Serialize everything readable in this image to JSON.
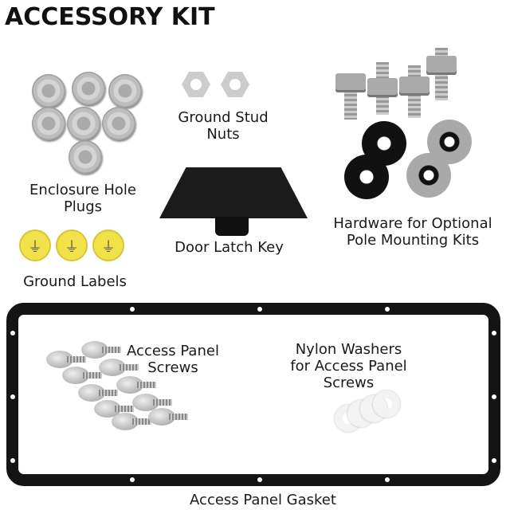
{
  "title": "ACCESSORY KIT",
  "labels": {
    "plugs": [
      "Enclosure Hole",
      "Plugs"
    ],
    "nuts": [
      "Ground Stud",
      "Nuts"
    ],
    "ground_labels": "Ground Labels",
    "latch": "Door Latch Key",
    "hardware": [
      "Hardware for Optional",
      "Pole Mounting Kits"
    ],
    "screws": [
      "Access Panel",
      "Screws"
    ],
    "washers": [
      "Nylon Washers",
      "for Access Panel",
      "Screws"
    ],
    "gasket": "Access Panel Gasket"
  }
}
